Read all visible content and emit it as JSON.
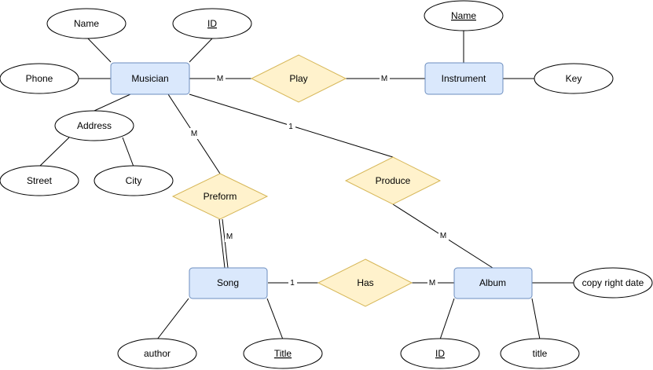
{
  "diagram": {
    "entities": {
      "musician": "Musician",
      "instrument": "Instrument",
      "song": "Song",
      "album": "Album"
    },
    "relationships": {
      "play": "Play",
      "produce": "Produce",
      "preform": "Preform",
      "has": "Has"
    },
    "attributes": {
      "musician_name": "Name",
      "musician_id": "ID",
      "musician_phone": "Phone",
      "musician_address": "Address",
      "address_street": "Street",
      "address_city": "City",
      "instrument_name": "Name",
      "instrument_key": "Key",
      "song_author": "author",
      "song_title": "Title",
      "album_id": "ID",
      "album_title": "title",
      "album_copyright": "copy right date"
    },
    "cardinalities": {
      "musician_play": "M",
      "play_instrument": "M",
      "musician_preform": "M",
      "preform_song": "M",
      "musician_produce": "1",
      "produce_album": "M",
      "song_has": "1",
      "has_album": "M"
    }
  },
  "colors": {
    "entity_fill": "#dae8fc",
    "entity_stroke": "#6c8ebf",
    "relationship_fill": "#fff2cc",
    "relationship_stroke": "#d6b656",
    "attribute_stroke": "#000000"
  }
}
